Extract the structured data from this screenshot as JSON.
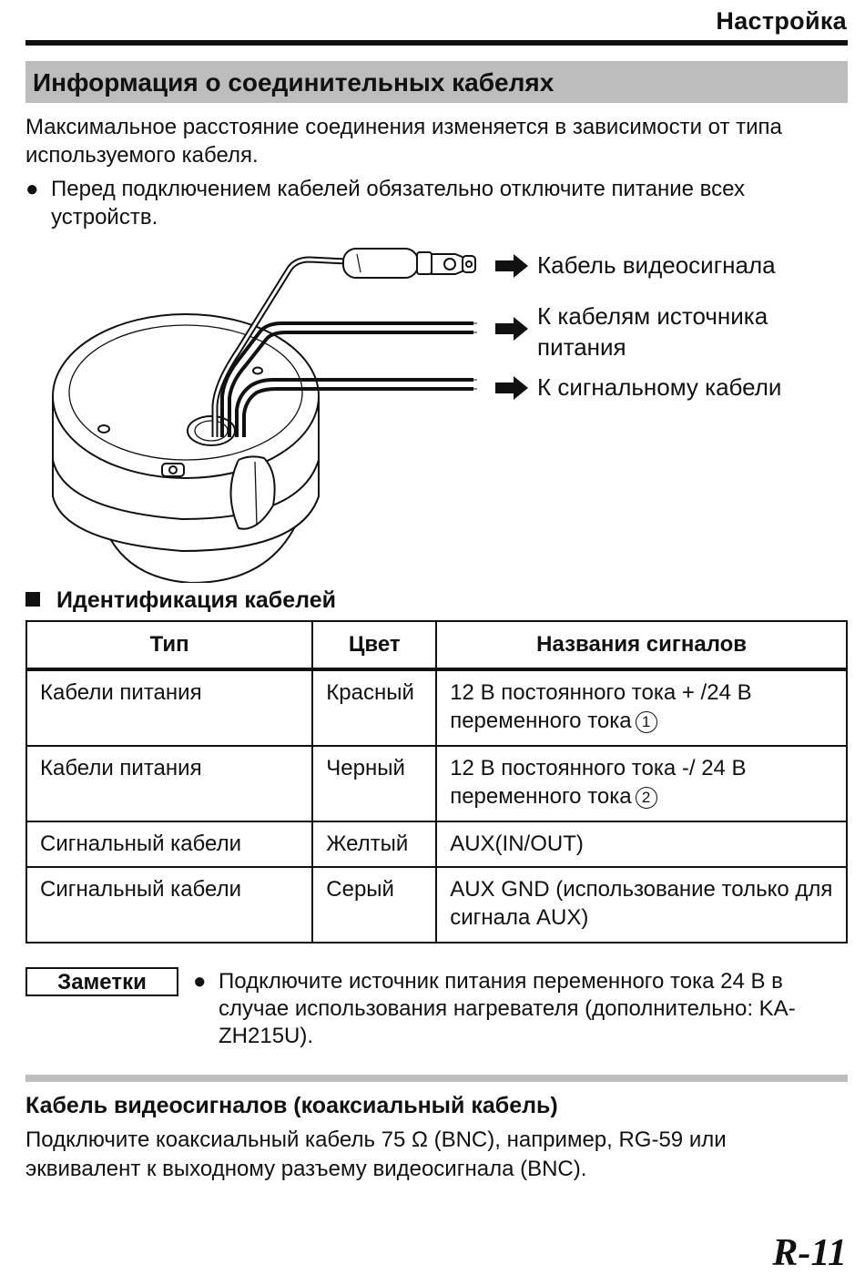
{
  "header": {
    "title": "Настройка"
  },
  "section": {
    "title": "Информация о соединительных кабелях"
  },
  "intro": {
    "text": "Максимальное расстояние соединения изменяется в зависимости от типа используемого кабеля."
  },
  "bullet": {
    "text": "Перед подключением кабелей обязательно отключите питание всех устройств."
  },
  "figure": {
    "label_video": "Кабель видеосигнала",
    "label_power_1": "К кабелям источника",
    "label_power_2": "питания",
    "label_signal": "К сигнальному кабели"
  },
  "cable_id": {
    "title": "Идентификация кабелей",
    "headers": {
      "type": "Тип",
      "color": "Цвет",
      "signal": "Названия сигналов"
    },
    "rows": [
      {
        "type": "Кабели питания",
        "color": "Красный",
        "signal": "12 В постоянного тока + /24 В переменного тока",
        "mark": "1"
      },
      {
        "type": "Кабели питания",
        "color": "Черный",
        "signal": "12 В постоянного тока -/ 24 В переменного тока",
        "mark": "2"
      },
      {
        "type": "Сигнальный кабели",
        "color": "Желтый",
        "signal": "AUX(IN/OUT)"
      },
      {
        "type": "Сигнальный кабели",
        "color": "Серый",
        "signal": "AUX GND (использование только для сигнала AUX)"
      }
    ]
  },
  "notes": {
    "label": "Заметки",
    "text": "Подключите источник питания переменного тока 24 В в случае использования нагревателя (дополнительно: KA-ZH215U)."
  },
  "coax": {
    "title": "Кабель видеосигналов (коаксиальный кабель)",
    "text": "Подключите коаксиальный кабель 75 Ω (BNC), например, RG-59 или эквивалент к выходному разъему видеосигнала (BNC)."
  },
  "page": {
    "number": "R-11"
  }
}
